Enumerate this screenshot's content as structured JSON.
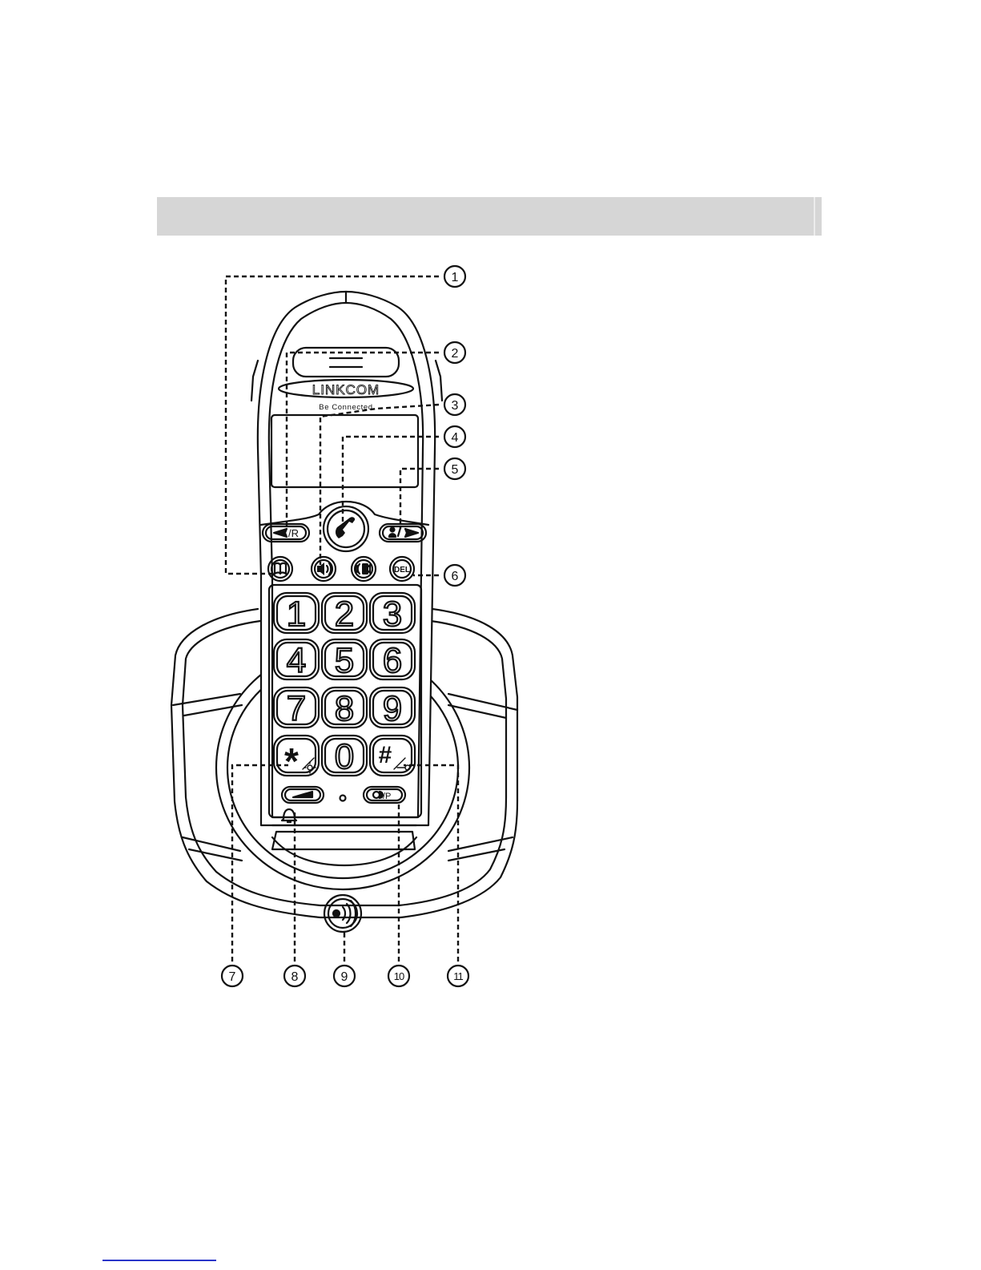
{
  "brand": {
    "name": "LINKCOM",
    "tagline": "Be Connected"
  },
  "callouts": [
    {
      "number": "1"
    },
    {
      "number": "2"
    },
    {
      "number": "3"
    },
    {
      "number": "4"
    },
    {
      "number": "5"
    },
    {
      "number": "6"
    },
    {
      "number": "7"
    },
    {
      "number": "8"
    },
    {
      "number": "9"
    },
    {
      "number": "10"
    },
    {
      "number": "11"
    }
  ],
  "keypad": {
    "keys": [
      "1",
      "2",
      "3",
      "4",
      "5",
      "6",
      "7",
      "8",
      "9",
      "*",
      "0",
      "#"
    ]
  },
  "buttons": {
    "left_nav": "/R",
    "delete": "DEL",
    "pause": "/P"
  },
  "colors": {
    "line": "#111111",
    "header_bar": "#d6d6d6",
    "link_underline": "#2a35c9"
  }
}
